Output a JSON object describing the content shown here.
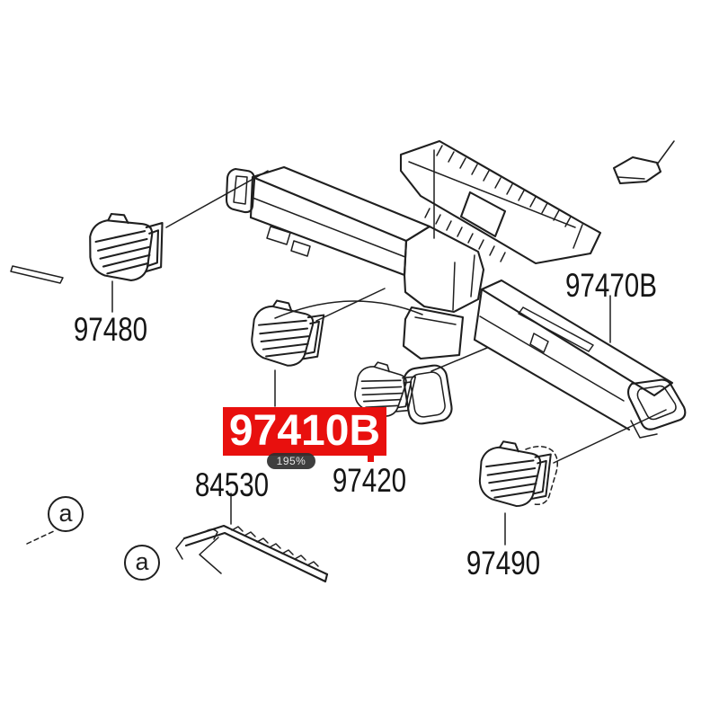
{
  "diagram_type": "exploded-parts-diagram",
  "subject": "instrument panel air ventilator ducts",
  "part_labels": {
    "p97480": "97480",
    "p97470b": "97470B",
    "p97420": "97420",
    "p84530": "84530",
    "p97490": "97490"
  },
  "highlight": {
    "part_number": "97410B",
    "bg_color": "#e8100e",
    "text_color": "#ffffff"
  },
  "zoom_indicator": {
    "value": "195%"
  },
  "callouts": {
    "a1": "a",
    "a2": "a"
  },
  "colors": {
    "line": "#1f1f1f",
    "background": "#ffffff",
    "highlight_bg": "#e8100e",
    "highlight_text": "#ffffff",
    "badge_bg": "#2f2f2f",
    "badge_text": "#e2e2e2",
    "label_text": "#151515"
  }
}
